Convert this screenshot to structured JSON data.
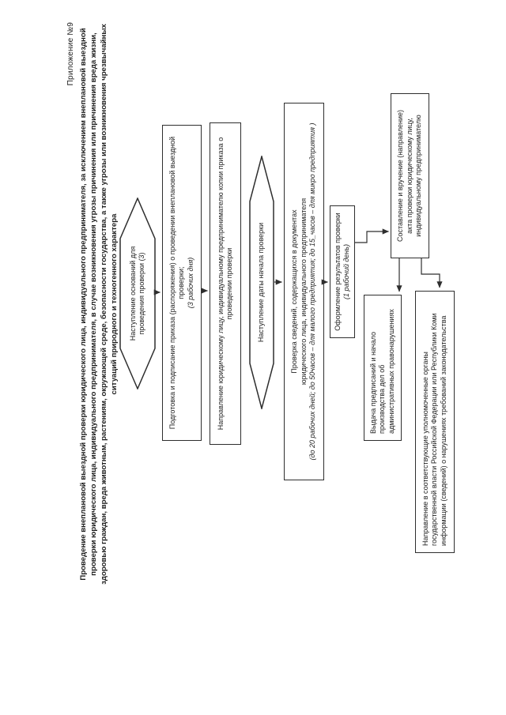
{
  "colors": {
    "ink": "#1f1f1f",
    "paper": "#ffffff",
    "line": "#2e2e2e"
  },
  "page": {
    "appendix_label": "Приложение №9",
    "title_lines": [
      "Проведение внеплановой выездной проверки юридического лица, индивидуального предпринимателя, за исключением внеплановой выездной",
      "проверки юридического лица, индивидуального предпринимателя, в случае возникновения угрозы причинения или причинения вреда жизни,",
      "здоровью граждан, вреда животным, растениям, окружающей среде, безопасности государства, а также угрозы или возникновения чрезвычайных",
      "ситуаций природного и техногенного характера"
    ]
  },
  "flow": {
    "start_event": {
      "shape": "hexagon",
      "line1": "Наступление оснований для",
      "line2": "проведения проверки (3)"
    },
    "prepare_order": {
      "shape": "rect",
      "line1": "Подготовка и подписание приказа (распоряжения) о проведении внеплановой выездной",
      "line2": "проверки;",
      "line3": "(3 рабочих дня)"
    },
    "send_copy": {
      "shape": "rect",
      "line1": "Направление юридическому лицу, индивидуальному предпринимателю копии приказа о",
      "line2": "проведении проверки"
    },
    "date_event": {
      "shape": "hexagon",
      "line1": "Наступление даты начала проверки"
    },
    "check_documents": {
      "shape": "rect",
      "line1": "Проверка сведений, содержащихся в документах",
      "line2": "юридического лица, индивидуального предпринимателя",
      "line3": "(до 20 рабочих дней; до 50часов – для малого предприятия; до 15_часов – для микро предприятия )"
    },
    "register_results": {
      "shape": "rect",
      "line1": "Оформление результатов проверки",
      "line2": "(1 рабочий день)"
    },
    "act_delivery": {
      "shape": "rect",
      "line1": "Составление и вручение (направление)",
      "line2": "акта проверки юридическому лицу,",
      "line3": "индивидуальному предпринимателю"
    },
    "prescriptions": {
      "shape": "rect",
      "line1": "Выдача предписаний и начало",
      "line2": "производства дел об",
      "line3": "административных правонарушениях"
    },
    "inform_authorities": {
      "shape": "rect",
      "line1": "Направление в соответствующие уполномоченные органы",
      "line2": "государственной власти Российской Федерации или Республики Коми",
      "line3": "информации (сведений) о нарушениях требований законодательства"
    }
  }
}
